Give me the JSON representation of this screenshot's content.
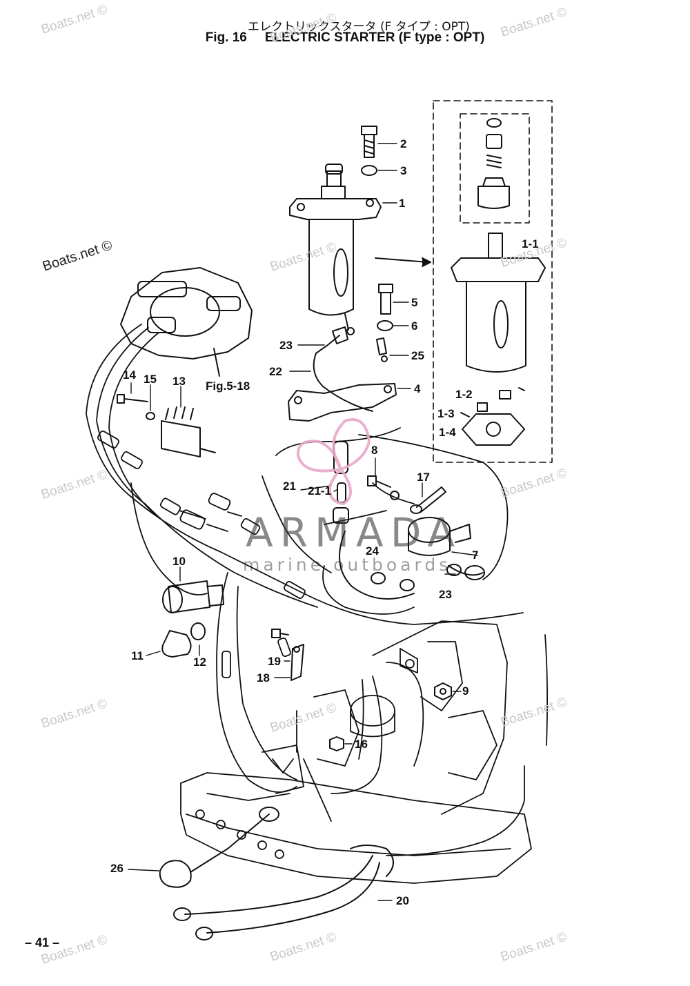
{
  "header": {
    "title_jp": "エレクトリックスタータ (F タイプ : OPT)",
    "fig_number": "Fig. 16",
    "fig_title": "ELECTRIC STARTER (F type : OPT)"
  },
  "watermark": {
    "text": "Boats.net ©"
  },
  "logo": {
    "name": "ARMADA",
    "tagline": "marine outboards"
  },
  "reference": {
    "figure": "Fig.5-18"
  },
  "page_number": "– 41 –",
  "callouts": {
    "p2": "2",
    "p3": "3",
    "p1": "1",
    "p1_1": "1-1",
    "p5": "5",
    "p6": "6",
    "p23a": "23",
    "p25": "25",
    "p22": "22",
    "p4": "4",
    "p1_2": "1-2",
    "p1_3": "1-3",
    "p1_4": "1-4",
    "p14": "14",
    "p15": "15",
    "p13": "13",
    "p8": "8",
    "p17": "17",
    "p21": "21",
    "p21_1": "21-1",
    "p24": "24",
    "p7": "7",
    "p23b": "23",
    "p10": "10",
    "p11": "11",
    "p12": "12",
    "p19": "19",
    "p18": "18",
    "p9": "9",
    "p16": "16",
    "p26": "26",
    "p20": "20"
  }
}
